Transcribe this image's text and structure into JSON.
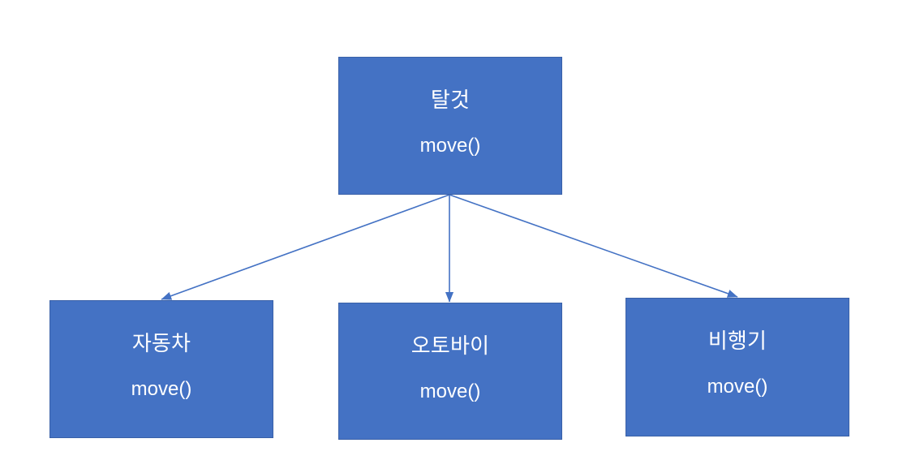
{
  "diagram": {
    "type": "class-inheritance-diagram",
    "title": "",
    "theme": {
      "node_fill": "#4472C4",
      "node_border": "#3A61A8",
      "node_text": "#FFFFFF",
      "connector": "#4472C4",
      "background": "#FFFFFF"
    },
    "nodes": [
      {
        "id": "vehicle",
        "name": "탈것",
        "method": "move()",
        "role": "superclass"
      },
      {
        "id": "car",
        "name": "자동차",
        "method": "move()",
        "role": "subclass"
      },
      {
        "id": "motorcycle",
        "name": "오토바이",
        "method": "move()",
        "role": "subclass"
      },
      {
        "id": "airplane",
        "name": "비행기",
        "method": "move()",
        "role": "subclass"
      }
    ],
    "connectors": [
      {
        "id": "vehicle-to-car",
        "from": "vehicle",
        "to": "car",
        "style": "solid-arrow"
      },
      {
        "id": "vehicle-to-motorcycle",
        "from": "vehicle",
        "to": "motorcycle",
        "style": "solid-arrow"
      },
      {
        "id": "vehicle-to-airplane",
        "from": "vehicle",
        "to": "airplane",
        "style": "solid-arrow"
      }
    ]
  }
}
